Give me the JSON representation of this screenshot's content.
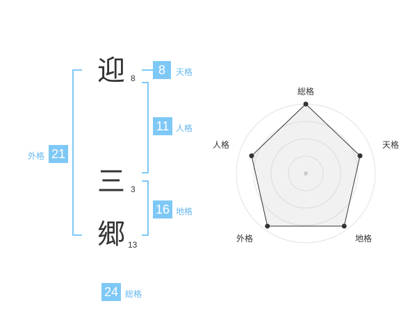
{
  "colors": {
    "accent": "#7ec8f6",
    "text": "#333333",
    "label": "#66b8ee"
  },
  "name": {
    "characters": [
      {
        "char": "迎",
        "strokes": "8"
      },
      {
        "char": "三",
        "strokes": "3"
      },
      {
        "char": "郷",
        "strokes": "13"
      }
    ]
  },
  "fortune": {
    "tenkaku": {
      "value": "8",
      "label": "天格"
    },
    "jinkaku": {
      "value": "11",
      "label": "人格"
    },
    "chikaku": {
      "value": "16",
      "label": "地格"
    },
    "gaikaku": {
      "value": "21",
      "label": "外格"
    },
    "soukaku": {
      "value": "24",
      "label": "総格"
    }
  },
  "chart_data": {
    "type": "radar",
    "axes": [
      "総格",
      "天格",
      "地格",
      "外格",
      "人格"
    ],
    "values": [
      1.0,
      0.82,
      0.94,
      0.94,
      0.82
    ],
    "rings": 4,
    "range": [
      0,
      1
    ]
  }
}
